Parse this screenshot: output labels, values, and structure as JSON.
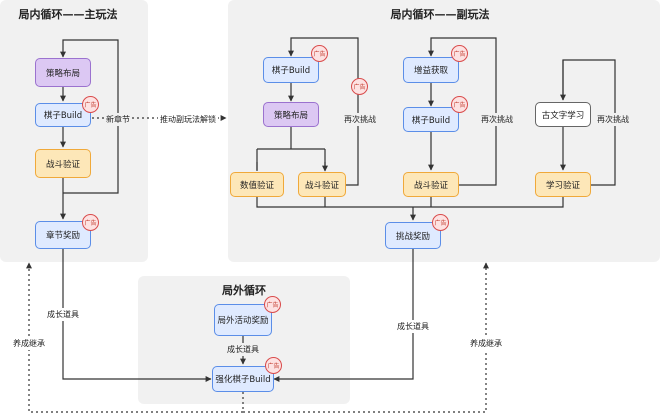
{
  "panels": {
    "main": {
      "title": "局内循环——主玩法"
    },
    "side": {
      "title": "局内循环——副玩法"
    },
    "outer": {
      "title": "局外循环"
    }
  },
  "nodes": {
    "strategy_main": "策略布局",
    "build_main": "棋子Build",
    "battle_main": "战斗验证",
    "chapter_reward": "章节奖励",
    "build_side1": "棋子Build",
    "strategy_side": "策略布局",
    "numeric_check": "数值验证",
    "battle_side1": "战斗验证",
    "gain_obtain": "增益获取",
    "build_side2": "棋子Build",
    "battle_side2": "战斗验证",
    "ancient_text": "古文字学习",
    "learn_check": "学习验证",
    "challenge_reward": "挑战奖励",
    "outer_event_reward": "局外活动奖励",
    "enhance_build": "强化棋子Build"
  },
  "badge_text": "广告",
  "edge_labels": {
    "new_chapter": "新章节",
    "unlock_side": "推动副玩法解锁",
    "retry1": "再次挑战",
    "retry2": "再次挑战",
    "retry3": "再次挑战",
    "growth_items_left": "成长道具",
    "growth_items_mid": "成长道具",
    "growth_items_right": "成长道具",
    "inherit_left": "养成继承",
    "inherit_right": "养成继承"
  },
  "colors": {
    "panel_bg": "#f1f1f1",
    "purple_fill": "#dcc8f3",
    "purple_border": "#9b72cf",
    "blue_fill": "#dfeaff",
    "blue_border": "#5b8ee8",
    "orange_fill": "#fde7b8",
    "orange_border": "#f0a93a",
    "badge_fill": "#fde2e2",
    "badge_border": "#d94b4b",
    "line": "#333333"
  }
}
